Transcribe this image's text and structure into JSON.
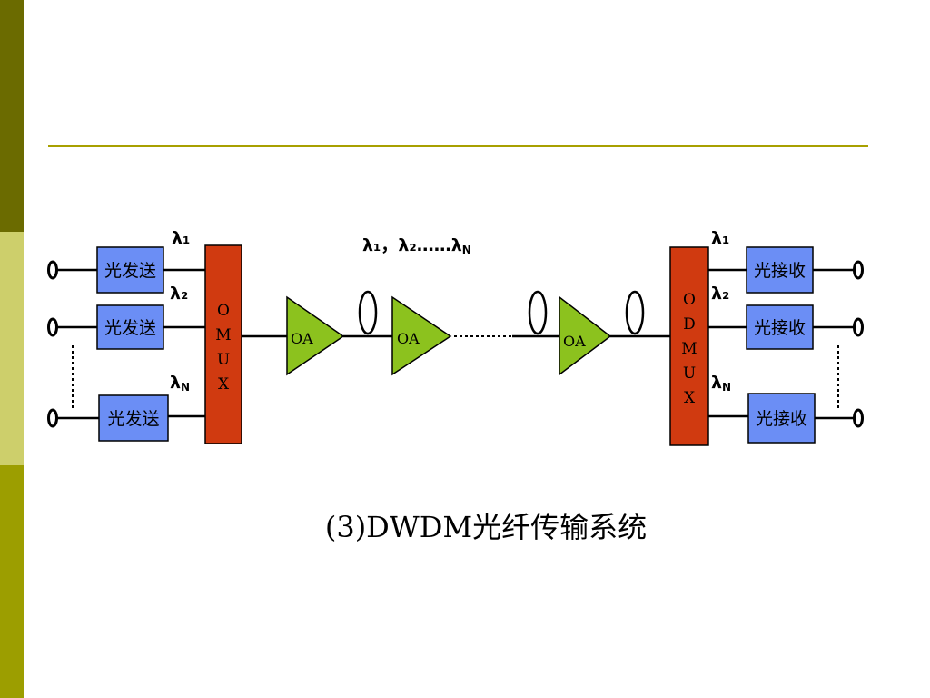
{
  "colors": {
    "sidebar_top": "#6b6b00",
    "sidebar_mid": "#cdcf6b",
    "sidebar_bottom": "#9c9e00",
    "divider": "#a8a000",
    "box_blue": "#6b8ef5",
    "mux_red": "#d03a10",
    "amp_green": "#8cc21e"
  },
  "transmitters": [
    "光发送",
    "光发送",
    "光发送"
  ],
  "receivers": [
    "光接收",
    "光接收",
    "光接收"
  ],
  "wavelength_labels": {
    "l1": "λ₁",
    "l2": "λ₂",
    "lN_sym": "λ",
    "lN_sub": "N",
    "combined_prefix": "λ₁，λ₂……λ",
    "combined_sub": "N"
  },
  "mux_letters": [
    "O",
    "M",
    "U",
    "X"
  ],
  "demux_letters": [
    "O",
    "D",
    "M",
    "U",
    "X"
  ],
  "amplifier_label": "OA",
  "caption": "(3)DWDM光纤传输系统"
}
